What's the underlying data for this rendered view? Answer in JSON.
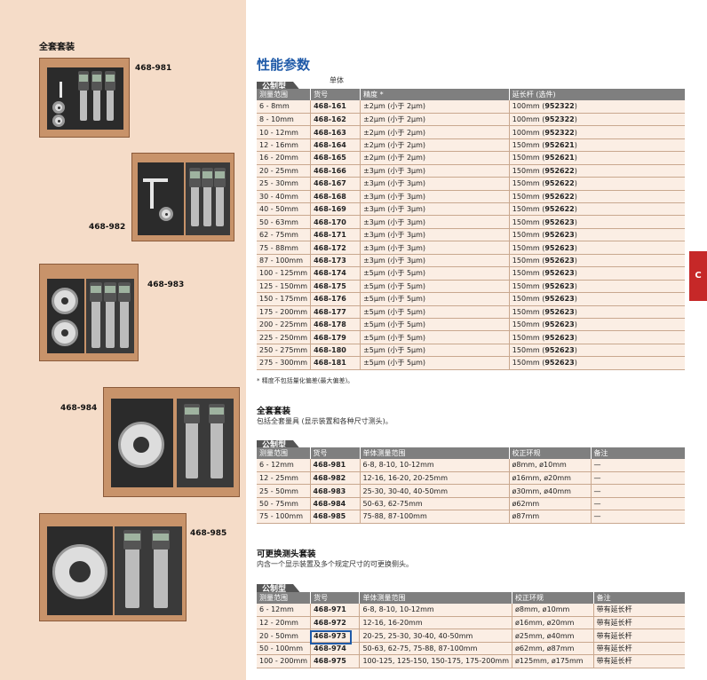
{
  "left_panel": {
    "heading": "全套套装",
    "photos": [
      {
        "code": "468-981"
      },
      {
        "code": "468-982"
      },
      {
        "code": "468-983"
      },
      {
        "code": "468-984"
      },
      {
        "code": "468-985"
      }
    ]
  },
  "spec": {
    "title": "性能参数",
    "tag": "公制型",
    "tag_note": "单体",
    "headers": [
      "测量范围",
      "货号",
      "精度 *",
      "延长杆 (选件)"
    ],
    "rows": [
      [
        "6 - 8mm",
        "468-161",
        "±2μm (小于 2μm)",
        "100mm (",
        "952322",
        ")"
      ],
      [
        "8 - 10mm",
        "468-162",
        "±2μm (小于 2μm)",
        "100mm (",
        "952322",
        ")"
      ],
      [
        "10 - 12mm",
        "468-163",
        "±2μm (小于 2μm)",
        "100mm (",
        "952322",
        ")"
      ],
      [
        "12 - 16mm",
        "468-164",
        "±2μm (小于 2μm)",
        "150mm (",
        "952621",
        ")"
      ],
      [
        "16 - 20mm",
        "468-165",
        "±2μm (小于 2μm)",
        "150mm (",
        "952621",
        ")"
      ],
      [
        "20 - 25mm",
        "468-166",
        "±3μm (小于 3μm)",
        "150mm (",
        "952622",
        ")"
      ],
      [
        "25 - 30mm",
        "468-167",
        "±3μm (小于 3μm)",
        "150mm (",
        "952622",
        ")"
      ],
      [
        "30 - 40mm",
        "468-168",
        "±3μm (小于 3μm)",
        "150mm (",
        "952622",
        ")"
      ],
      [
        "40 - 50mm",
        "468-169",
        "±3μm (小于 3μm)",
        "150mm (",
        "952622",
        ")"
      ],
      [
        "50 - 63mm",
        "468-170",
        "±3μm (小于 3μm)",
        "150mm (",
        "952623",
        ")"
      ],
      [
        "62 - 75mm",
        "468-171",
        "±3μm (小于 3μm)",
        "150mm (",
        "952623",
        ")"
      ],
      [
        "75 - 88mm",
        "468-172",
        "±3μm (小于 3μm)",
        "150mm (",
        "952623",
        ")"
      ],
      [
        "87 - 100mm",
        "468-173",
        "±3μm (小于 3μm)",
        "150mm (",
        "952623",
        ")"
      ],
      [
        "100 - 125mm",
        "468-174",
        "±5μm (小于 5μm)",
        "150mm (",
        "952623",
        ")"
      ],
      [
        "125 - 150mm",
        "468-175",
        "±5μm (小于 5μm)",
        "150mm (",
        "952623",
        ")"
      ],
      [
        "150 - 175mm",
        "468-176",
        "±5μm (小于 5μm)",
        "150mm (",
        "952623",
        ")"
      ],
      [
        "175 - 200mm",
        "468-177",
        "±5μm (小于 5μm)",
        "150mm (",
        "952623",
        ")"
      ],
      [
        "200 - 225mm",
        "468-178",
        "±5μm (小于 5μm)",
        "150mm (",
        "952623",
        ")"
      ],
      [
        "225 - 250mm",
        "468-179",
        "±5μm (小于 5μm)",
        "150mm (",
        "952623",
        ")"
      ],
      [
        "250 - 275mm",
        "468-180",
        "±5μm (小于 5μm)",
        "150mm (",
        "952623",
        ")"
      ],
      [
        "275 - 300mm",
        "468-181",
        "±5μm (小于 5μm)",
        "150mm (",
        "952623",
        ")"
      ]
    ],
    "footnote": "* 精度不包括量化偏差(最大偏差)。"
  },
  "full_set": {
    "title": "全套套装",
    "desc": "包括全套量具 (显示装置和各种尺寸测头)。",
    "tag": "公制型",
    "headers": [
      "测量范围",
      "货号",
      "单体测量范围",
      "校正环规",
      "备注"
    ],
    "rows": [
      [
        "6 - 12mm",
        "468-981",
        "6-8, 8-10, 10-12mm",
        "ø8mm, ø10mm",
        "—"
      ],
      [
        "12 - 25mm",
        "468-982",
        "12-16, 16-20, 20-25mm",
        "ø16mm, ø20mm",
        "—"
      ],
      [
        "25 - 50mm",
        "468-983",
        "25-30, 30-40, 40-50mm",
        "ø30mm, ø40mm",
        "—"
      ],
      [
        "50 - 75mm",
        "468-984",
        "50-63, 62-75mm",
        "ø62mm",
        "—"
      ],
      [
        "75 - 100mm",
        "468-985",
        "75-88, 87-100mm",
        "ø87mm",
        "—"
      ]
    ]
  },
  "interchangeable_set": {
    "title": "可更换测头套装",
    "desc": "内含一个显示装置及多个规定尺寸的可更换侧头。",
    "tag": "公制型",
    "headers": [
      "测量范围",
      "货号",
      "单体测量范围",
      "校正环规",
      "备注"
    ],
    "rows": [
      [
        "6 - 12mm",
        "468-971",
        "6-8, 8-10, 10-12mm",
        "ø8mm, ø10mm",
        "带有延长杆"
      ],
      [
        "12 - 20mm",
        "468-972",
        "12-16, 16-20mm",
        "ø16mm, ø20mm",
        "带有延长杆"
      ],
      [
        "20 - 50mm",
        "468-973",
        "20-25, 25-30, 30-40, 40-50mm",
        "ø25mm, ø40mm",
        "带有延长杆"
      ],
      [
        "50 - 100mm",
        "468-974",
        "50-63, 62-75, 75-88, 87-100mm",
        "ø62mm, ø87mm",
        "带有延长杆"
      ],
      [
        "100 - 200mm",
        "468-975",
        "100-125, 125-150, 150-175, 175-200mm",
        "ø125mm, ø175mm",
        "带有延长杆"
      ]
    ]
  },
  "side_tab": "C"
}
